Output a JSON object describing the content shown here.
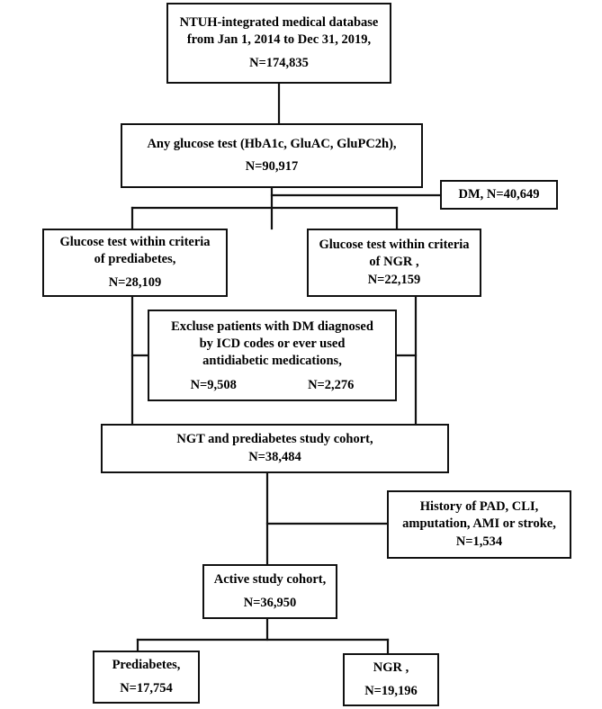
{
  "diagram": {
    "title": "Study cohort selection flow diagram",
    "line_color": "#111111",
    "box_fill": "#ffffff",
    "text_color": "#000000"
  },
  "nodes": {
    "source": {
      "line1": "NTUH-integrated medical database",
      "line2": "from Jan 1, 2014 to Dec 31, 2019,",
      "count": "N=174,835"
    },
    "glucose_test": {
      "line1": "Any glucose test (HbA1c, GluAC, GluPC2h),",
      "count": "N=90,917"
    },
    "dm_excluded": {
      "label": "DM, N=40,649"
    },
    "prediabetes_criteria": {
      "line1": "Glucose test within criteria",
      "line2": "of prediabetes,",
      "count": "N=28,109"
    },
    "ngr_criteria": {
      "line1": "Glucose test within criteria",
      "line2": "of NGR ,",
      "count": "N=22,159"
    },
    "exclusion": {
      "line1": "Excluse patients with DM diagnosed",
      "line2": "by ICD codes or ever used",
      "line3": "antidiabetic medications,",
      "count_left": "N=9,508",
      "count_right": "N=2,276"
    },
    "study_cohort": {
      "line1": "NGT and prediabetes study cohort,",
      "count": "N=38,484"
    },
    "history_excluded": {
      "line1": "History of PAD, CLI,",
      "line2": "amputation, AMI or stroke,",
      "count": "N=1,534"
    },
    "active_cohort": {
      "line1": "Active study cohort,",
      "count": "N=36,950"
    },
    "final_prediabetes": {
      "line1": "Prediabetes,",
      "count": "N=17,754"
    },
    "final_ngr": {
      "line1": "NGR ,",
      "count": "N=19,196"
    }
  },
  "chart_data": {
    "type": "diagram",
    "title": "Patient selection flowchart",
    "steps": [
      {
        "id": "source",
        "label": "NTUH-integrated medical database from Jan 1, 2014 to Dec 31, 2019",
        "n": 174835
      },
      {
        "id": "glucose_test",
        "label": "Any glucose test (HbA1c, GluAC, GluPC2h)",
        "n": 90917
      },
      {
        "id": "dm_excluded",
        "label": "DM",
        "n": 40649,
        "kind": "excluded"
      },
      {
        "id": "prediabetes_criteria",
        "label": "Glucose test within criteria of prediabetes",
        "n": 28109
      },
      {
        "id": "ngr_criteria",
        "label": "Glucose test within criteria of NGR",
        "n": 22159
      },
      {
        "id": "exclusion_prediabetes",
        "label": "Excluse patients with DM diagnosed by ICD codes or ever used antidiabetic medications (prediabetes arm)",
        "n": 9508,
        "kind": "excluded"
      },
      {
        "id": "exclusion_ngr",
        "label": "Excluse patients with DM diagnosed by ICD codes or ever used antidiabetic medications (NGR arm)",
        "n": 2276,
        "kind": "excluded"
      },
      {
        "id": "study_cohort",
        "label": "NGT and prediabetes study cohort",
        "n": 38484
      },
      {
        "id": "history_excluded",
        "label": "History of PAD, CLI, amputation, AMI or stroke",
        "n": 1534,
        "kind": "excluded"
      },
      {
        "id": "active_cohort",
        "label": "Active study cohort",
        "n": 36950
      },
      {
        "id": "final_prediabetes",
        "label": "Prediabetes",
        "n": 17754
      },
      {
        "id": "final_ngr",
        "label": "NGR",
        "n": 19196
      }
    ]
  }
}
